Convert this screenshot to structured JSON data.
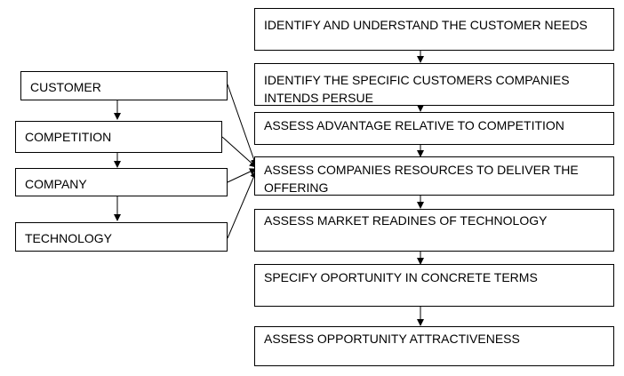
{
  "left_column": {
    "items": [
      {
        "label": "CUSTOMER"
      },
      {
        "label": "COMPETITION"
      },
      {
        "label": "COMPANY"
      },
      {
        "label": "TECHNOLOGY"
      }
    ]
  },
  "right_column": {
    "steps": [
      {
        "label": "IDENTIFY AND UNDERSTAND THE CUSTOMER NEEDS"
      },
      {
        "label": "IDENTIFY THE SPECIFIC CUSTOMERS COMPANIES INTENDS PERSUE"
      },
      {
        "label": "ASSESS ADVANTAGE RELATIVE TO COMPETITION"
      },
      {
        "label": "ASSESS COMPANIES RESOURCES TO DELIVER THE OFFERING"
      },
      {
        "label": "ASSESS MARKET READINES OF TECHNOLOGY"
      },
      {
        "label": "SPECIFY OPORTUNITY IN CONCRETE TERMS"
      },
      {
        "label": "ASSESS OPPORTUNITY ATTRACTIVENESS"
      }
    ]
  }
}
